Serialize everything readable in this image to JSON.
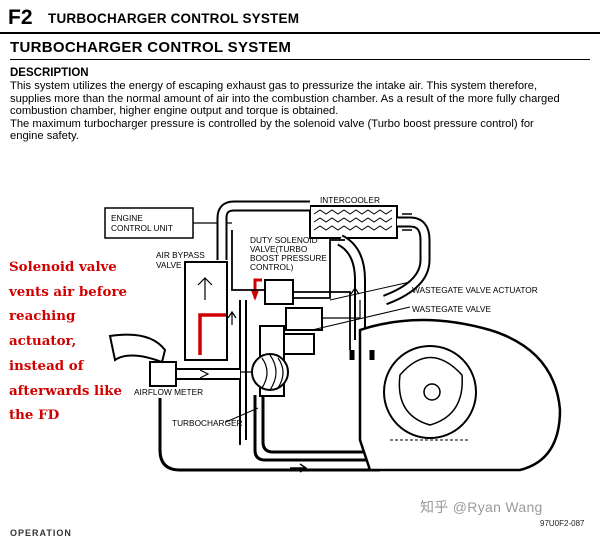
{
  "header": {
    "section_code": "F2",
    "section_title": "TURBOCHARGER CONTROL SYSTEM"
  },
  "page_title": "TURBOCHARGER CONTROL SYSTEM",
  "description": {
    "heading": "DESCRIPTION",
    "lines": [
      "This system utilizes the energy of escaping exhaust gas to pressurize the intake air. This system therefore,",
      "supplies more than the normal amount of air into the combustion chamber. As a result of the more fully charged",
      "combustion chamber, higher engine output and torque is obtained.",
      "The maximum turbocharger pressure is controlled by the solenoid valve (Turbo boost pressure control) for",
      "engine safety."
    ]
  },
  "diagram": {
    "labels": {
      "intercooler": "INTERCOOLER",
      "ecu_line1": "ENGINE",
      "ecu_line2": "CONTROL UNIT",
      "air_bypass_line1": "AIR BYPASS",
      "air_bypass_line2": "VALVE",
      "duty_line1": "DUTY SOLENOID",
      "duty_line2": "VALVE(TURBO",
      "duty_line3": "BOOST PRESSURE",
      "duty_line4": "CONTROL)",
      "wastegate_actuator": "WASTEGATE VALVE ACTUATOR",
      "wastegate_valve": "WASTEGATE VALVE",
      "airflow_meter": "AIRFLOW METER",
      "turbocharger": "TURBOCHARGER"
    },
    "figure_code": "97U0F2-087"
  },
  "annotation": {
    "lines": [
      "Solenoid valve",
      "vents air before",
      "reaching",
      "actuator,",
      "instead of",
      "afterwards like",
      "the FD"
    ],
    "color": "#d00000"
  },
  "watermark": "知乎 @Ryan Wang",
  "footer_cut_text": "OPERATION"
}
